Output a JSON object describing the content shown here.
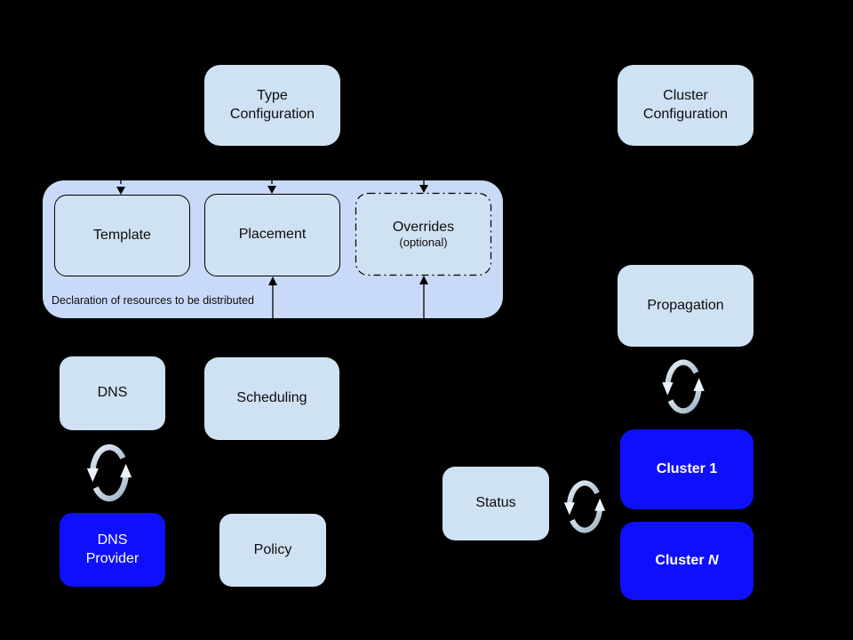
{
  "colors": {
    "background": "#000000",
    "node_fill": "#cfe2f3",
    "group_fill": "#c9daf8",
    "accent_fill": "#0f10fb",
    "node_text": "#0d0d0d",
    "accent_text": "#ffffff",
    "connector": "#000000",
    "sync_icon_light": "#e6eef6",
    "sync_icon_dark": "#9fb2c3"
  },
  "diagram": {
    "nodes": {
      "type_configuration": "Type\nConfiguration",
      "cluster_configuration": "Cluster\nConfiguration",
      "template": "Template",
      "placement": "Placement",
      "overrides_title": "Overrides",
      "overrides_subtitle": "(optional)",
      "group_caption": "Declaration of resources to be distributed",
      "dns": "DNS",
      "scheduling": "Scheduling",
      "dns_provider": "DNS\nProvider",
      "policy": "Policy",
      "propagation": "Propagation",
      "status": "Status",
      "cluster_1": "Cluster 1",
      "cluster_n_prefix": "Cluster ",
      "cluster_n_suffix": "N"
    },
    "icons": {
      "dns_provider_sync": "sync-arrows-icon",
      "propagation_cluster_sync": "sync-arrows-icon",
      "status_cluster_sync": "sync-arrows-icon"
    }
  }
}
